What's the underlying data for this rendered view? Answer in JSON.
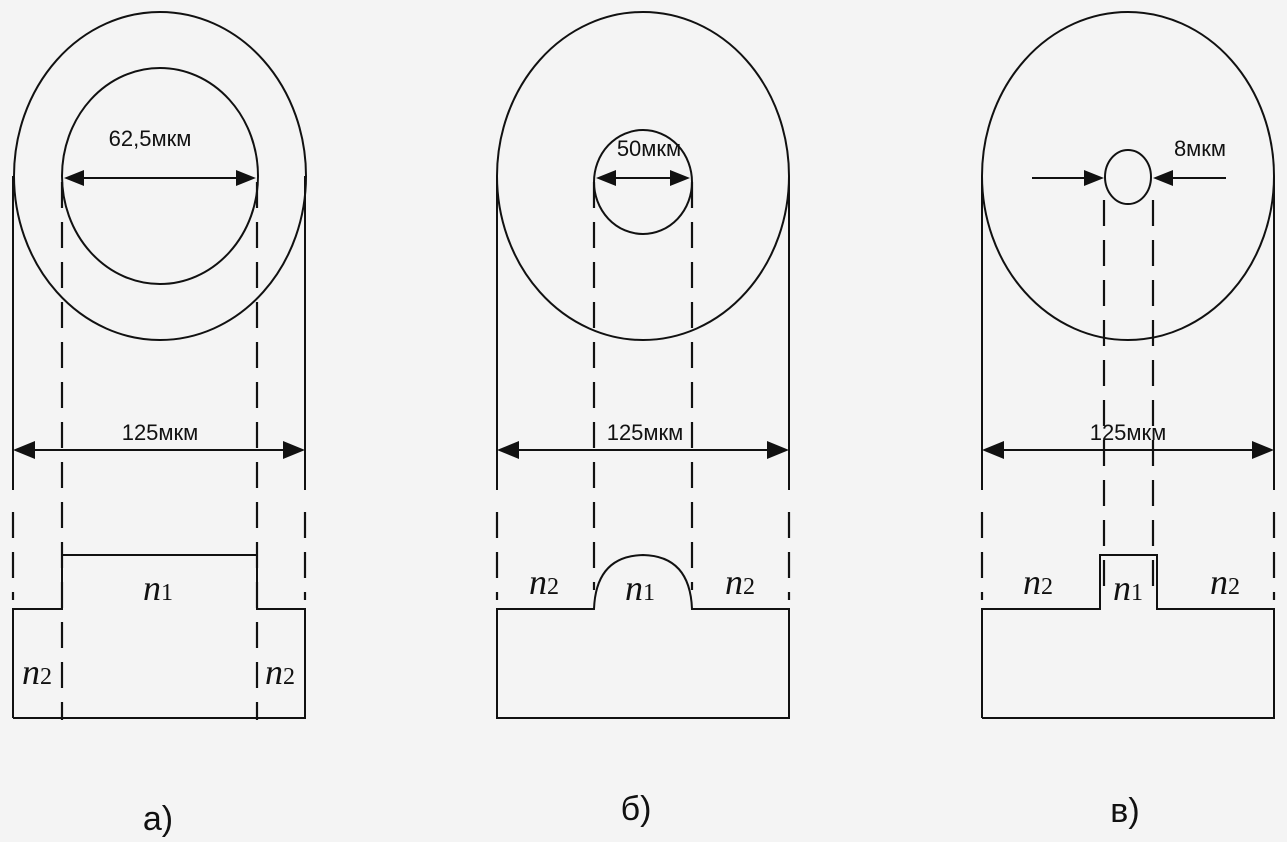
{
  "panels": [
    {
      "caption": "а)",
      "core_label": "62,5мкм",
      "cladding_label": "125мкм",
      "core_index": {
        "symbol": "n",
        "subscript": "1"
      },
      "cladding_index_left": {
        "symbol": "n",
        "subscript": "2"
      },
      "cladding_index_right": {
        "symbol": "n",
        "subscript": "2"
      },
      "profile": "step"
    },
    {
      "caption": "б)",
      "core_label": "50мкм",
      "cladding_label": "125мкм",
      "core_index": {
        "symbol": "n",
        "subscript": "1"
      },
      "cladding_index_left": {
        "symbol": "n",
        "subscript": "2"
      },
      "cladding_index_right": {
        "symbol": "n",
        "subscript": "2"
      },
      "profile": "graded"
    },
    {
      "caption": "в)",
      "core_label": "8мкм",
      "cladding_label": "125мкм",
      "core_index": {
        "symbol": "n",
        "subscript": "1"
      },
      "cladding_index_left": {
        "symbol": "n",
        "subscript": "2"
      },
      "cladding_index_right": {
        "symbol": "n",
        "subscript": "2"
      },
      "profile": "step"
    }
  ]
}
